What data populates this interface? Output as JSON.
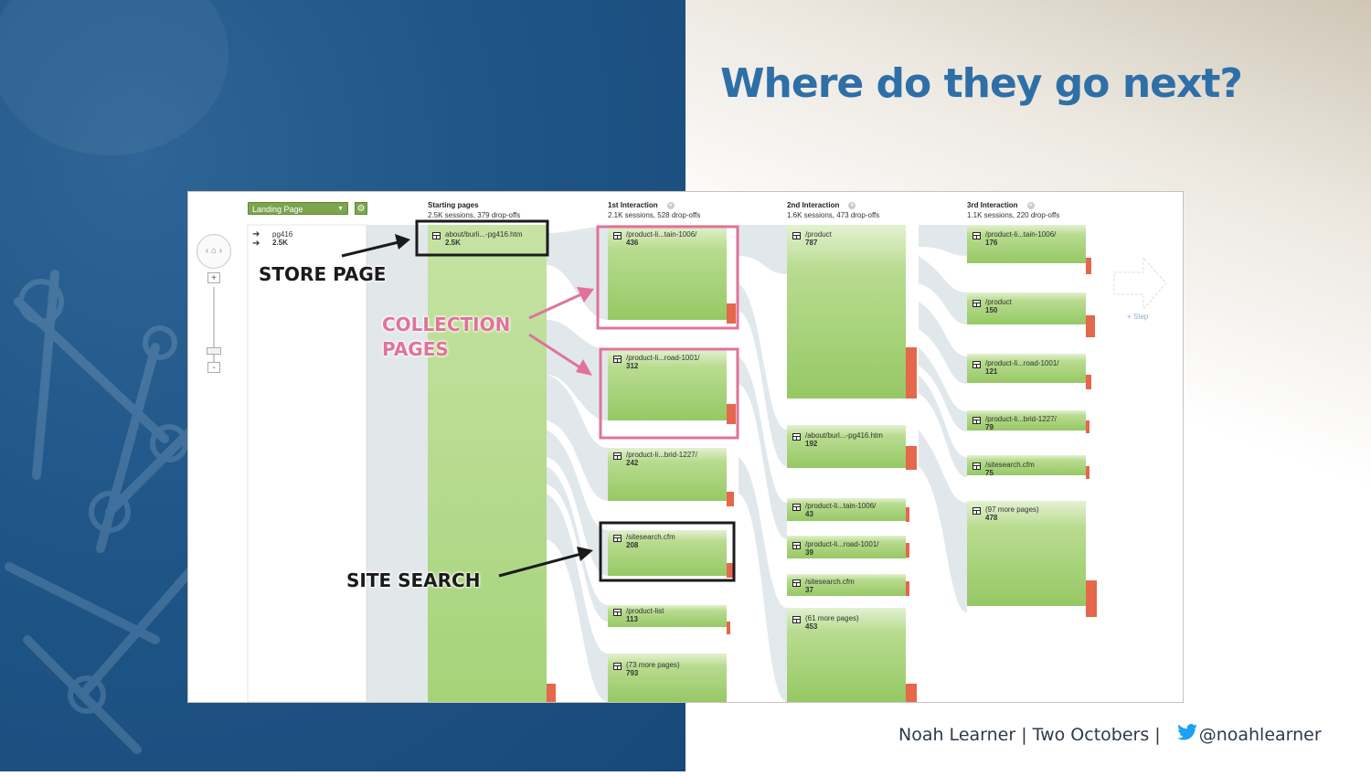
{
  "slide": {
    "title": "Where do they go next?",
    "footer": {
      "text": "Noah Learner | Two Octobers |",
      "twitter_handle": "@noahlearner",
      "twitter_icon": "twitter-bird-icon"
    },
    "colors": {
      "title": "#2f6fa7",
      "background_left": "#1f5587",
      "node_green": "#9bcc6a",
      "dropoff_red": "#e5674c",
      "annotation_pink": "#e07399"
    }
  },
  "flow": {
    "dimension_select": "Landing Page",
    "settings_icon": "gear-icon",
    "landing": {
      "name": "pg416",
      "count": "2.5K"
    },
    "columns": [
      {
        "title": "Starting pages",
        "stats": "2.5K sessions, 379 drop-offs"
      },
      {
        "title": "1st Interaction",
        "stats": "2.1K sessions, 528 drop-offs"
      },
      {
        "title": "2nd Interaction",
        "stats": "1.6K sessions, 473 drop-offs"
      },
      {
        "title": "3rd Interaction",
        "stats": "1.1K sessions, 220 drop-offs"
      }
    ],
    "starting": [
      {
        "name": "about/burli...-pg416.htm",
        "count": "2.5K"
      }
    ],
    "interaction1": [
      {
        "name": "/product-li...tain-1006/",
        "count": "436"
      },
      {
        "name": "/product-li...road-1001/",
        "count": "312"
      },
      {
        "name": "/product-li...brid-1227/",
        "count": "242"
      },
      {
        "name": "/sitesearch.cfm",
        "count": "208"
      },
      {
        "name": "/product-list",
        "count": "113"
      },
      {
        "name": "(73 more pages)",
        "count": "793"
      }
    ],
    "interaction2": [
      {
        "name": "/product",
        "count": "787"
      },
      {
        "name": "/about/burl...-pg416.htm",
        "count": "192"
      },
      {
        "name": "/product-li...tain-1006/",
        "count": "43"
      },
      {
        "name": "/product-li...road-1001/",
        "count": "39"
      },
      {
        "name": "/sitesearch.cfm",
        "count": "37"
      },
      {
        "name": "(61 more pages)",
        "count": "453"
      }
    ],
    "interaction3": [
      {
        "name": "/product-li...tain-1006/",
        "count": "176"
      },
      {
        "name": "/product",
        "count": "150"
      },
      {
        "name": "/product-li...road-1001/",
        "count": "121"
      },
      {
        "name": "/product-li...brid-1227/",
        "count": "79"
      },
      {
        "name": "/sitesearch.cfm",
        "count": "75"
      },
      {
        "name": "(97 more pages)",
        "count": "478"
      }
    ],
    "add_step": "+ Step"
  },
  "annotations": {
    "store_page": "STORE PAGE",
    "collection_line1": "COLLECTION",
    "collection_line2": "PAGES",
    "site_search": "SITE SEARCH"
  }
}
